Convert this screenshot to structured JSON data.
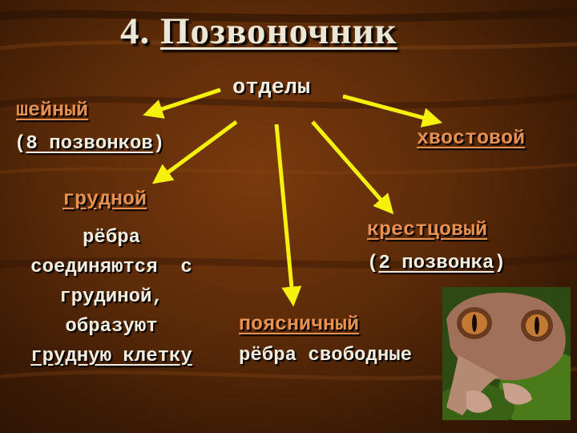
{
  "title": {
    "number": "4.",
    "word": "Позвоночник"
  },
  "center_label": "отделы",
  "sections": {
    "cervical": {
      "name": "шейный",
      "note_open": "(",
      "note_text": "8 позвонков",
      "note_close": ")"
    },
    "thoracic": {
      "name": "грудной",
      "lines": [
        "рёбра",
        "соединяются  с",
        "грудиной,",
        "образуют"
      ],
      "underlined": "грудную клетку"
    },
    "lumbar": {
      "name": "поясничный",
      "note": "рёбра свободные"
    },
    "sacral": {
      "name": "крестцовый",
      "note_open": "(",
      "note_text": "2 позвонка",
      "note_close": ")"
    },
    "caudal": {
      "name": "хвостовой"
    }
  },
  "colors": {
    "arrow": "#f5f10a",
    "heading": "#e89050",
    "text": "#f2eddf",
    "background": "#5a2a08"
  },
  "image": {
    "subject": "gecko-photo"
  }
}
